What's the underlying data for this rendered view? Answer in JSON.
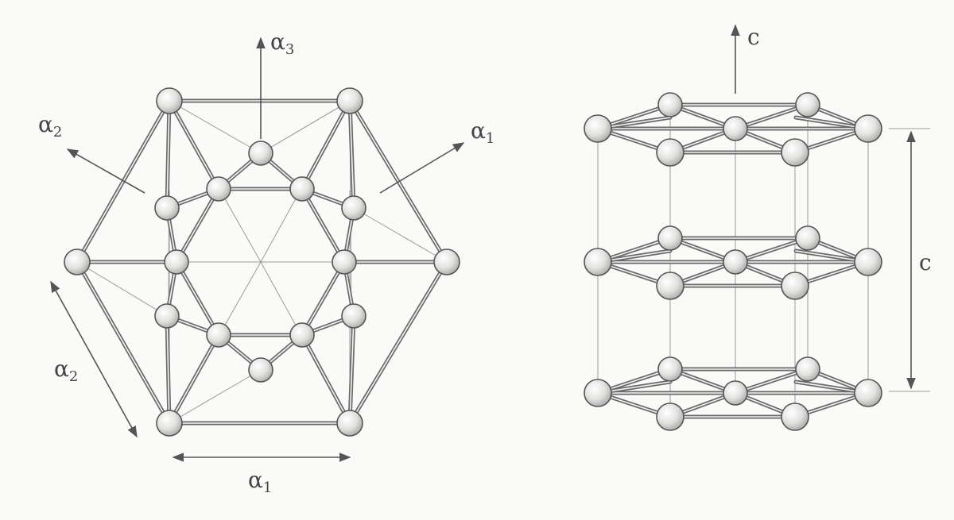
{
  "labels": {
    "a3_main": "α",
    "a3_sub": "3",
    "a2_upper_main": "α",
    "a2_upper_sub": "2",
    "a1_upper_main": "α",
    "a1_upper_sub": "1",
    "a2_side_main": "α",
    "a2_side_sub": "2",
    "a1_bottom_main": "α",
    "a1_bottom_sub": "1",
    "c_axis": "c",
    "c_dimension": "c"
  },
  "colors": {
    "rod": "#6a6a6a",
    "atom_light": "#ffffff",
    "atom_dark": "#b8b8b8",
    "background": "#fafaf8"
  }
}
